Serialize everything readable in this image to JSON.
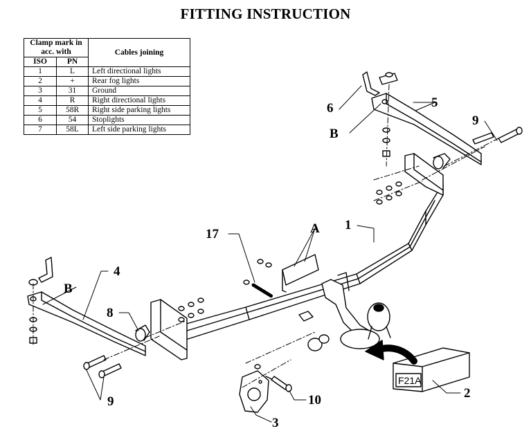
{
  "title": "FITTING INSTRUCTION",
  "table": {
    "head_clamp": "Clamp mark in acc. with",
    "head_iso": "ISO",
    "head_pn": "PN",
    "head_cables": "Cables joining",
    "rows": [
      {
        "iso": "1",
        "pn": "L",
        "desc": "Left directional lights"
      },
      {
        "iso": "2",
        "pn": "+",
        "desc": "Rear fog lights"
      },
      {
        "iso": "3",
        "pn": "31",
        "desc": "Ground"
      },
      {
        "iso": "4",
        "pn": "R",
        "desc": "Right directional lights"
      },
      {
        "iso": "5",
        "pn": "58R",
        "desc": "Right side parking lights"
      },
      {
        "iso": "6",
        "pn": "54",
        "desc": "Stoplights"
      },
      {
        "iso": "7",
        "pn": "58L",
        "desc": "Left side parking lights"
      }
    ]
  },
  "labels": {
    "p1": "1",
    "p2": "2",
    "p3": "3",
    "p4": "4",
    "p5": "5",
    "p6": "6",
    "p8": "8",
    "p9a": "9",
    "p9b": "9",
    "p10": "10",
    "p17": "17",
    "a": "A",
    "b1": "B",
    "b2": "B"
  },
  "plate_text": "F21A"
}
